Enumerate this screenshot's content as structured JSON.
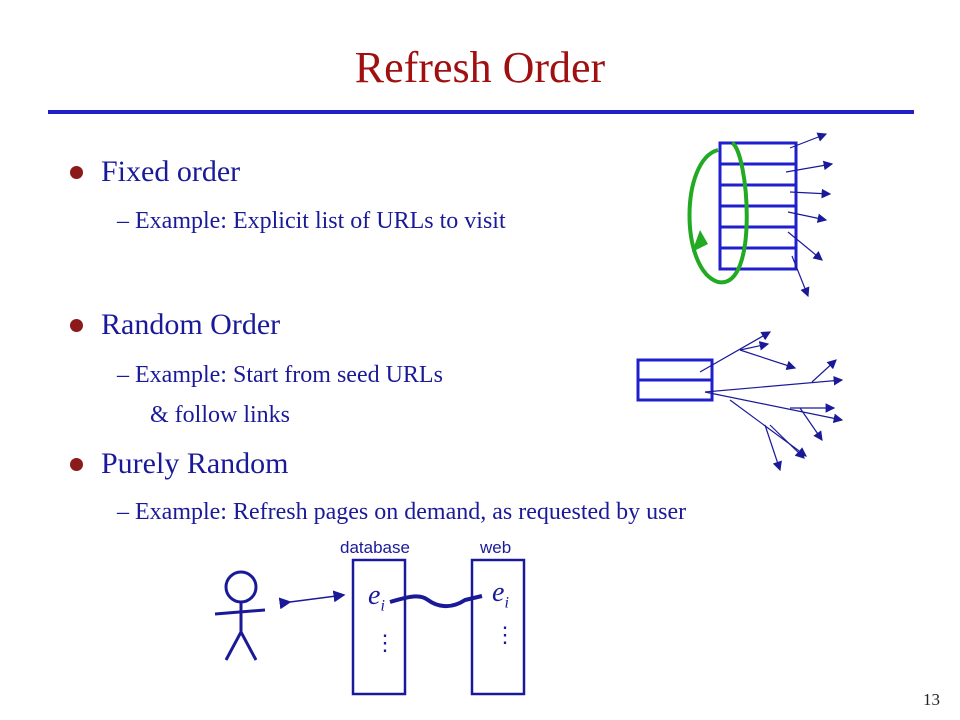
{
  "slide": {
    "title": "Refresh Order",
    "page_number": "13"
  },
  "bullets": [
    {
      "heading": "Fixed order",
      "sub": "Example: Explicit list of URLs to visit"
    },
    {
      "heading": "Random Order",
      "sub_line1": "Example: Start from seed URLs",
      "sub_line2": "& follow links"
    },
    {
      "heading": "Purely Random",
      "sub": "Example: Refresh pages on demand, as requested by user"
    }
  ],
  "diagram": {
    "database_label": "database",
    "web_label": "web",
    "db_item": "e",
    "db_item_subscript": "i",
    "web_item": "e",
    "web_item_subscript": "i",
    "ellipsis": "⋮"
  },
  "colors": {
    "title": "#a01010",
    "text": "#1a1a99",
    "rule": "#1f1fcc",
    "bullet_dot": "#8b1a1a",
    "cycle_arrow": "#22aa22"
  }
}
